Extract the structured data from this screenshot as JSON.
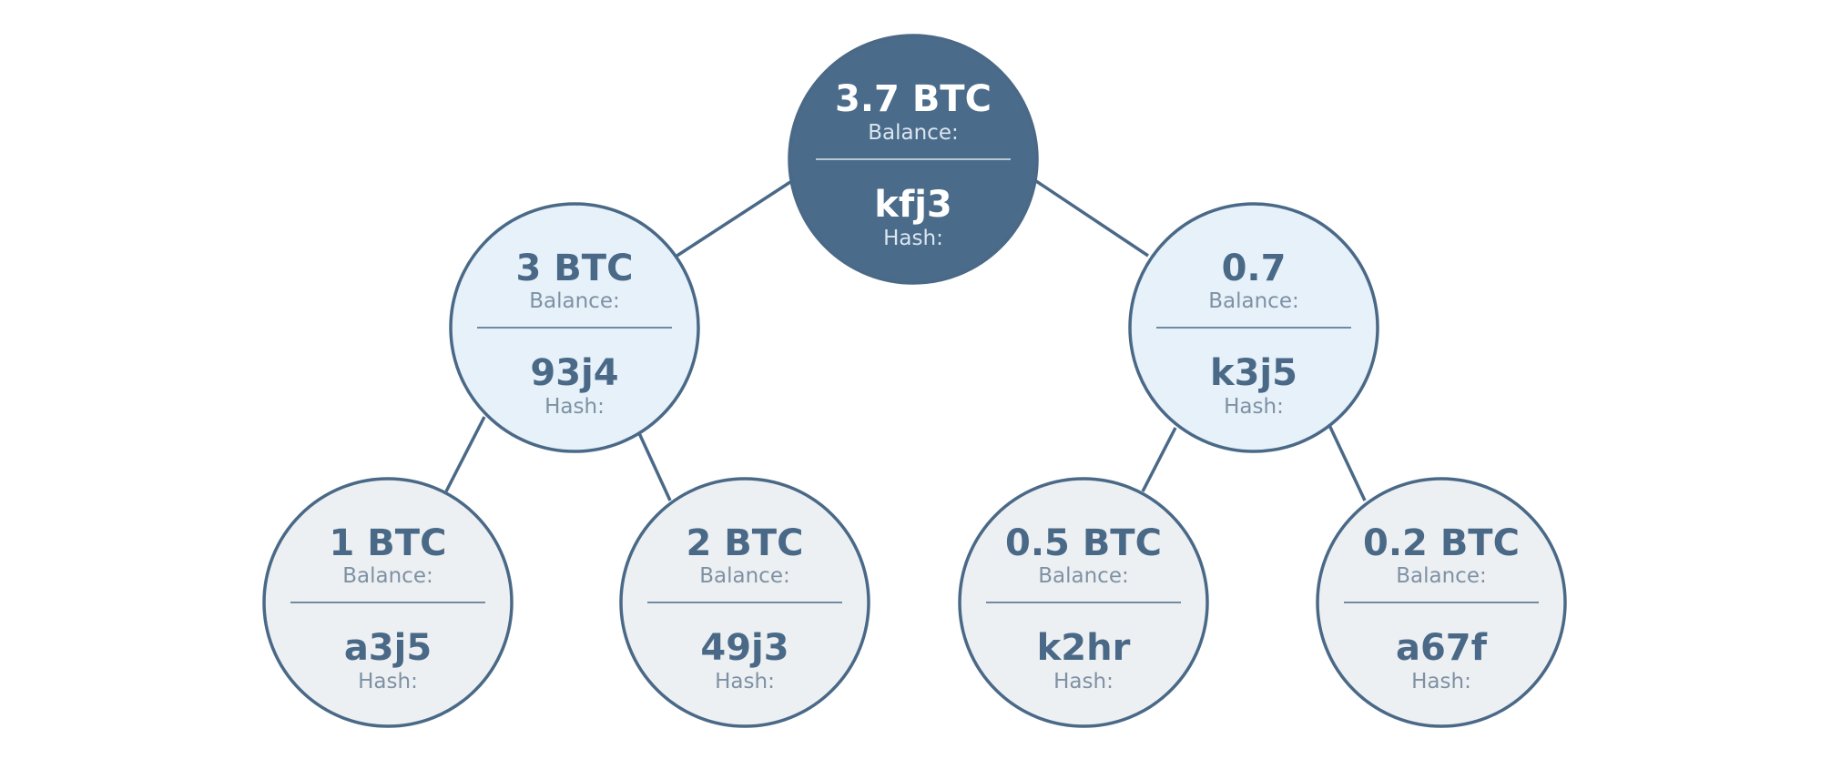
{
  "tree": {
    "root": {
      "balance_value": "3.7 BTC",
      "balance_label": "Balance:",
      "hash_value": "kfj3",
      "hash_label": "Hash:"
    },
    "left": {
      "balance_value": "3 BTC",
      "balance_label": "Balance:",
      "hash_value": "93j4",
      "hash_label": "Hash:"
    },
    "right": {
      "balance_value": "0.7",
      "balance_label": "Balance:",
      "hash_value": "k3j5",
      "hash_label": "Hash:"
    },
    "leaf_1": {
      "balance_value": "1 BTC",
      "balance_label": "Balance:",
      "hash_value": "a3j5",
      "hash_label": "Hash:"
    },
    "leaf_2": {
      "balance_value": "2 BTC",
      "balance_label": "Balance:",
      "hash_value": "49j3",
      "hash_label": "Hash:"
    },
    "leaf_3": {
      "balance_value": "0.5 BTC",
      "balance_label": "Balance:",
      "hash_value": "k2hr",
      "hash_label": "Hash:"
    },
    "leaf_4": {
      "balance_value": "0.2 BTC",
      "balance_label": "Balance:",
      "hash_value": "a67f",
      "hash_label": "Hash:"
    }
  },
  "colors": {
    "root_fill": "#4a6b8a",
    "mid_fill": "#e6f1fa",
    "leaf_fill": "#edf0f3",
    "stroke": "#4a6987"
  }
}
